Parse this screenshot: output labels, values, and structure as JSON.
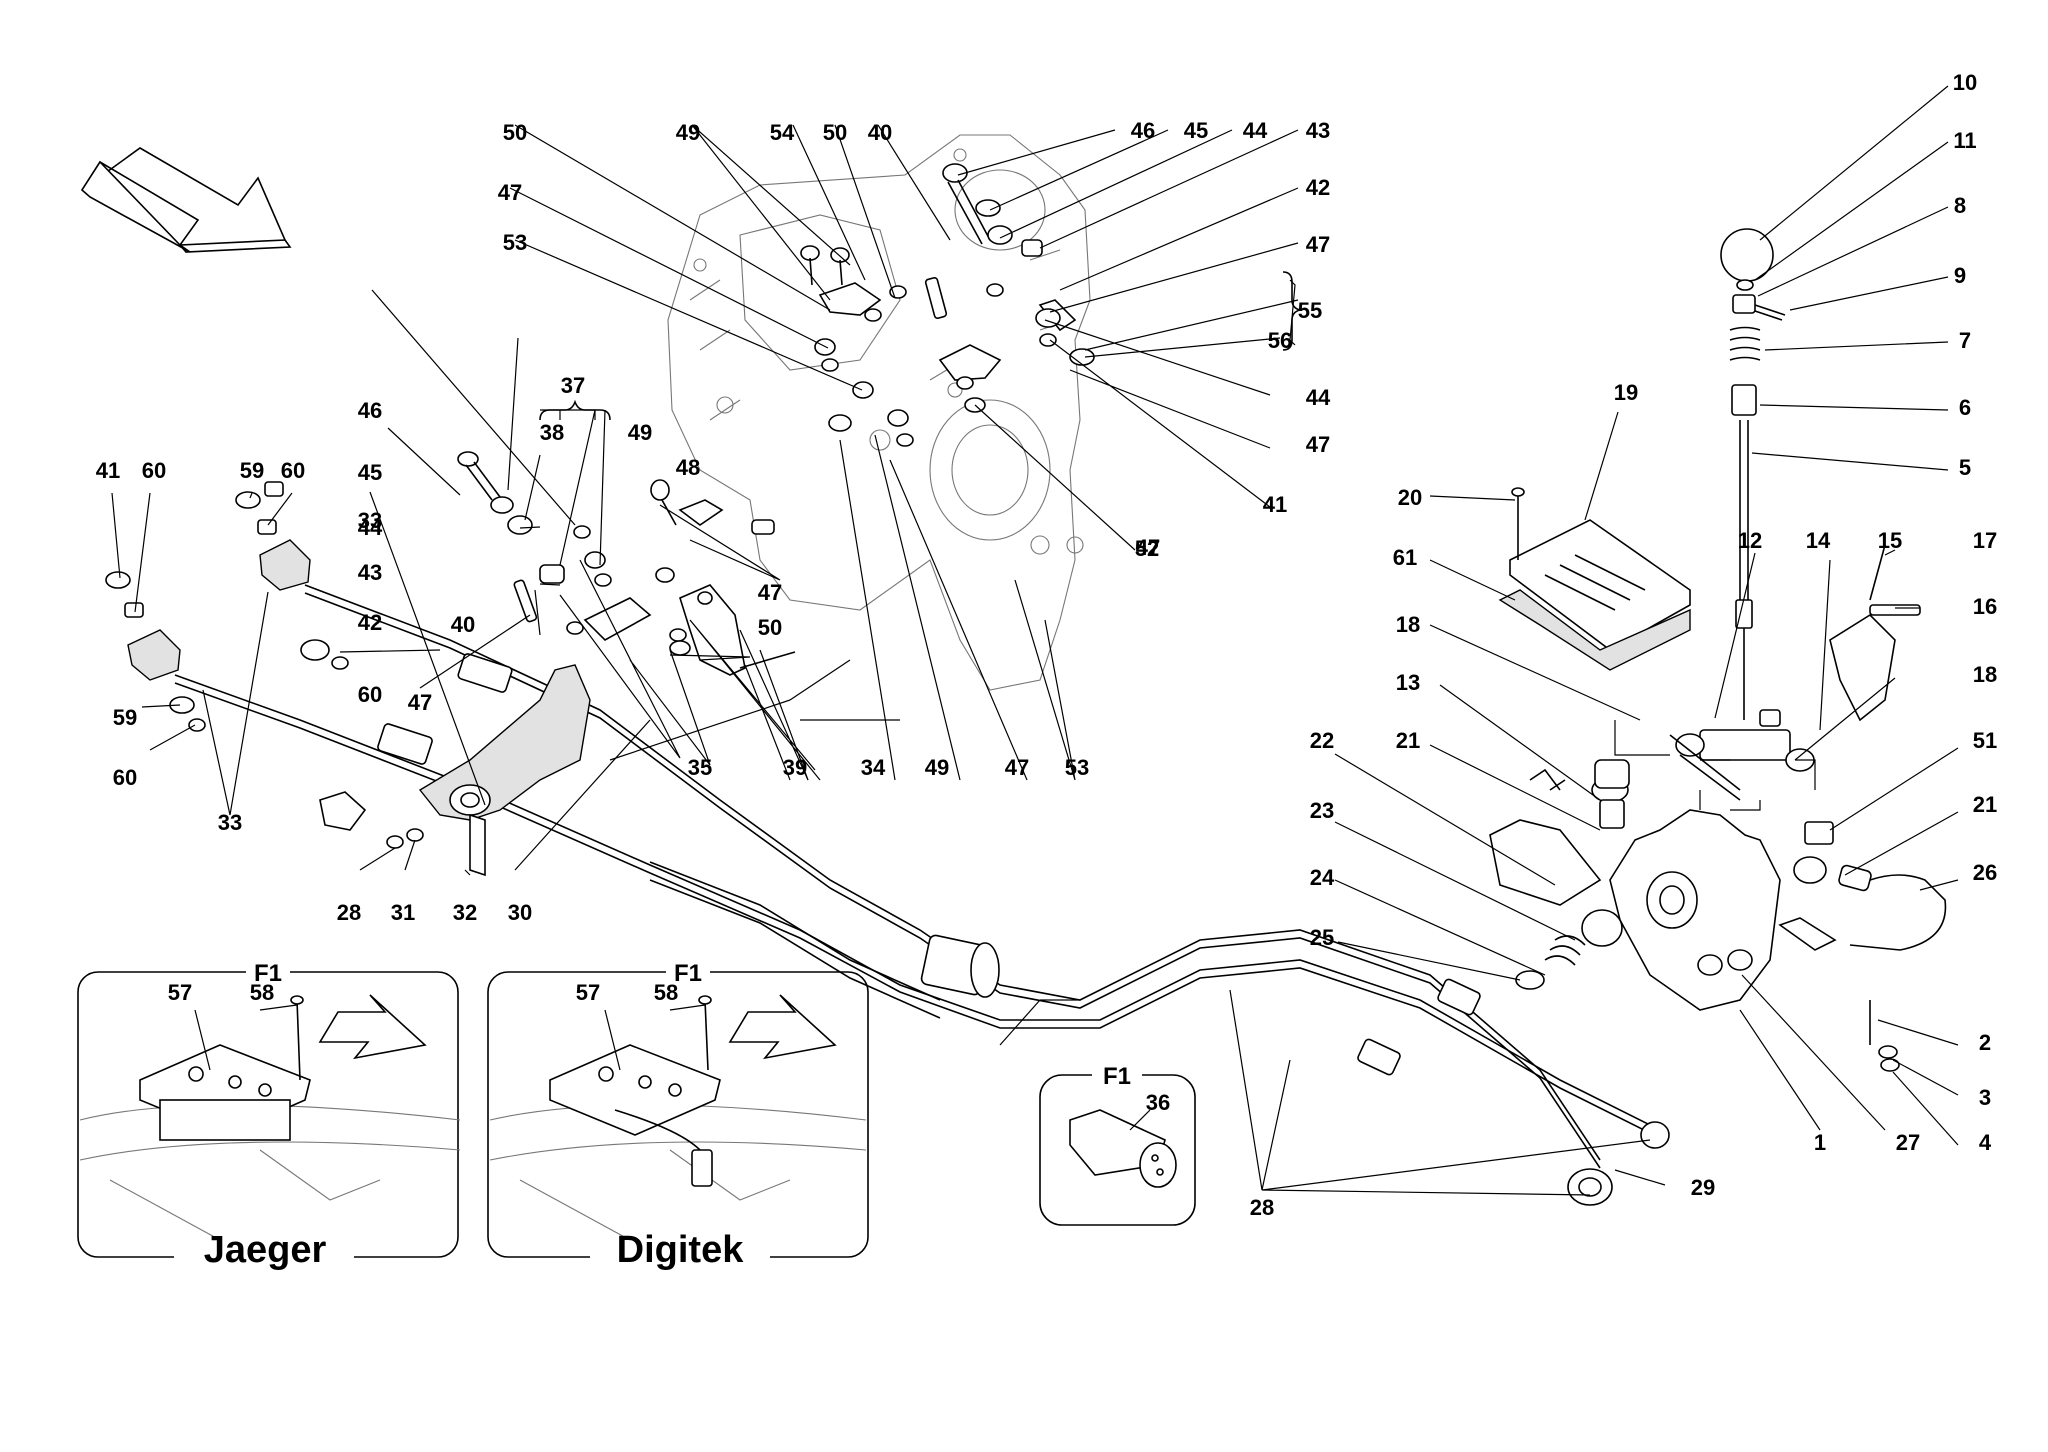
{
  "colors": {
    "ink": "#000000",
    "paper": "#ffffff",
    "shade": "#e2e2e2"
  },
  "insets": {
    "jaeger": {
      "tag": "F1",
      "caption": "Jaeger",
      "part_a": "57",
      "part_b": "58"
    },
    "digitek": {
      "tag": "F1",
      "caption": "Digitek",
      "part_a": "57",
      "part_b": "58"
    },
    "plug": {
      "tag": "F1",
      "part": "36"
    }
  },
  "labels": [
    "10",
    "11",
    "8",
    "9",
    "7",
    "6",
    "5",
    "19",
    "20",
    "61",
    "12",
    "14",
    "15",
    "17",
    "16",
    "18",
    "13",
    "18",
    "22",
    "21",
    "51",
    "21",
    "23",
    "26",
    "24",
    "25",
    "2",
    "3",
    "4",
    "1",
    "27",
    "29",
    "28",
    "50",
    "49",
    "54",
    "50",
    "40",
    "46",
    "45",
    "44",
    "43",
    "42",
    "47",
    "47",
    "53",
    "55",
    "56",
    "44",
    "47",
    "41",
    "47",
    "52",
    "37",
    "38",
    "49",
    "48",
    "46",
    "45",
    "44",
    "43",
    "42",
    "40",
    "47",
    "50",
    "47",
    "41",
    "60",
    "59",
    "60",
    "59",
    "60",
    "33",
    "60",
    "33",
    "28",
    "31",
    "32",
    "30",
    "35",
    "39",
    "34",
    "49",
    "47",
    "53",
    "47"
  ]
}
